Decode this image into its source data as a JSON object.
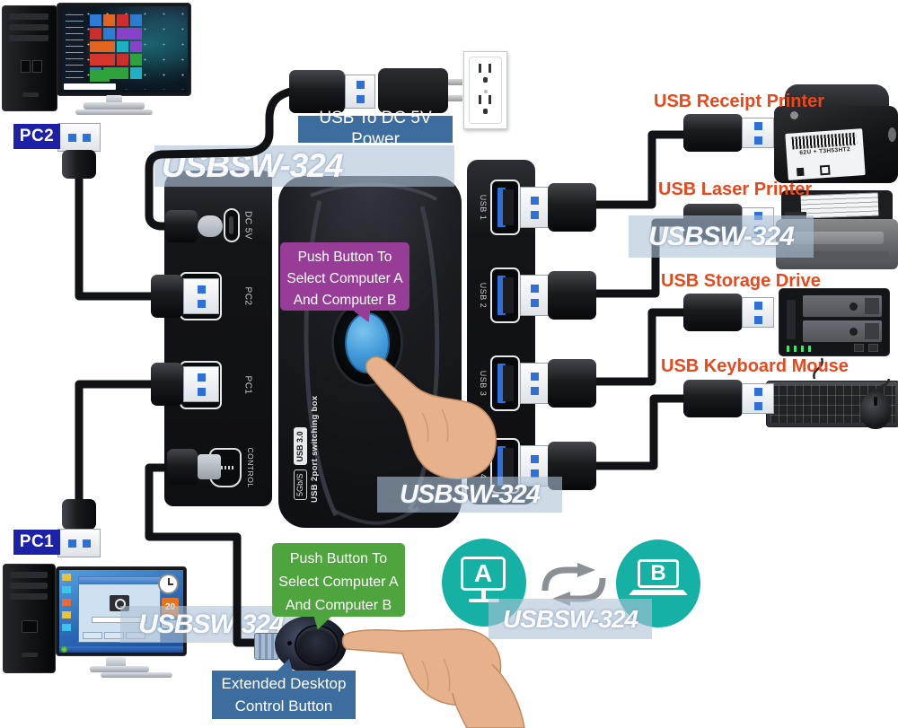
{
  "product_watermark": "USBSW-324",
  "computers": {
    "pc2_badge": "PC2",
    "pc1_badge": "PC1"
  },
  "power": {
    "label": "USB To DC 5V Power"
  },
  "peripherals": {
    "receipt_printer": "USB Receipt Printer",
    "laser_printer": "USB Laser Printer",
    "storage_drive": "USB Storage Drive",
    "keyboard_mouse": "USB Keyboard Mouse",
    "receipt_sticker": "62U + T3H53HT2"
  },
  "switch_box": {
    "left_ports": [
      {
        "label": "DC 5V"
      },
      {
        "label": "PC2"
      },
      {
        "label": "PC1"
      },
      {
        "label": "CONTROL"
      }
    ],
    "right_ports": [
      {
        "label": "USB 1"
      },
      {
        "label": "USB 2"
      },
      {
        "label": "USB 3"
      },
      {
        "label": "USB 4"
      }
    ],
    "markings": {
      "speed": "5Gb/S",
      "usb": "USB 3.0",
      "name": "USB 2port switching box"
    }
  },
  "callouts": {
    "push_button_top": {
      "lines": [
        "Push Button To",
        "Select Computer A",
        "And Computer B"
      ]
    },
    "push_button_bottom": {
      "lines": [
        "Push Button To",
        "Select Computer A",
        "And Computer B"
      ]
    },
    "extended_desktop": {
      "lines": [
        "Extended Desktop",
        "Control Button"
      ]
    }
  },
  "ab_switcher": {
    "a": "A",
    "b": "B"
  },
  "pc1_screen": {
    "calendar_day": "20"
  },
  "colors": {
    "callout_purple": "#973d98",
    "callout_green": "#4fa53d",
    "label_blue": "#3c6d9e",
    "badge_navy": "#1d21a8",
    "peripheral_label": "#e8491c",
    "teal": "#14b1a4",
    "button_blue": "#3e97d8",
    "watermark_band": "rgba(173,193,214,0.6)"
  }
}
